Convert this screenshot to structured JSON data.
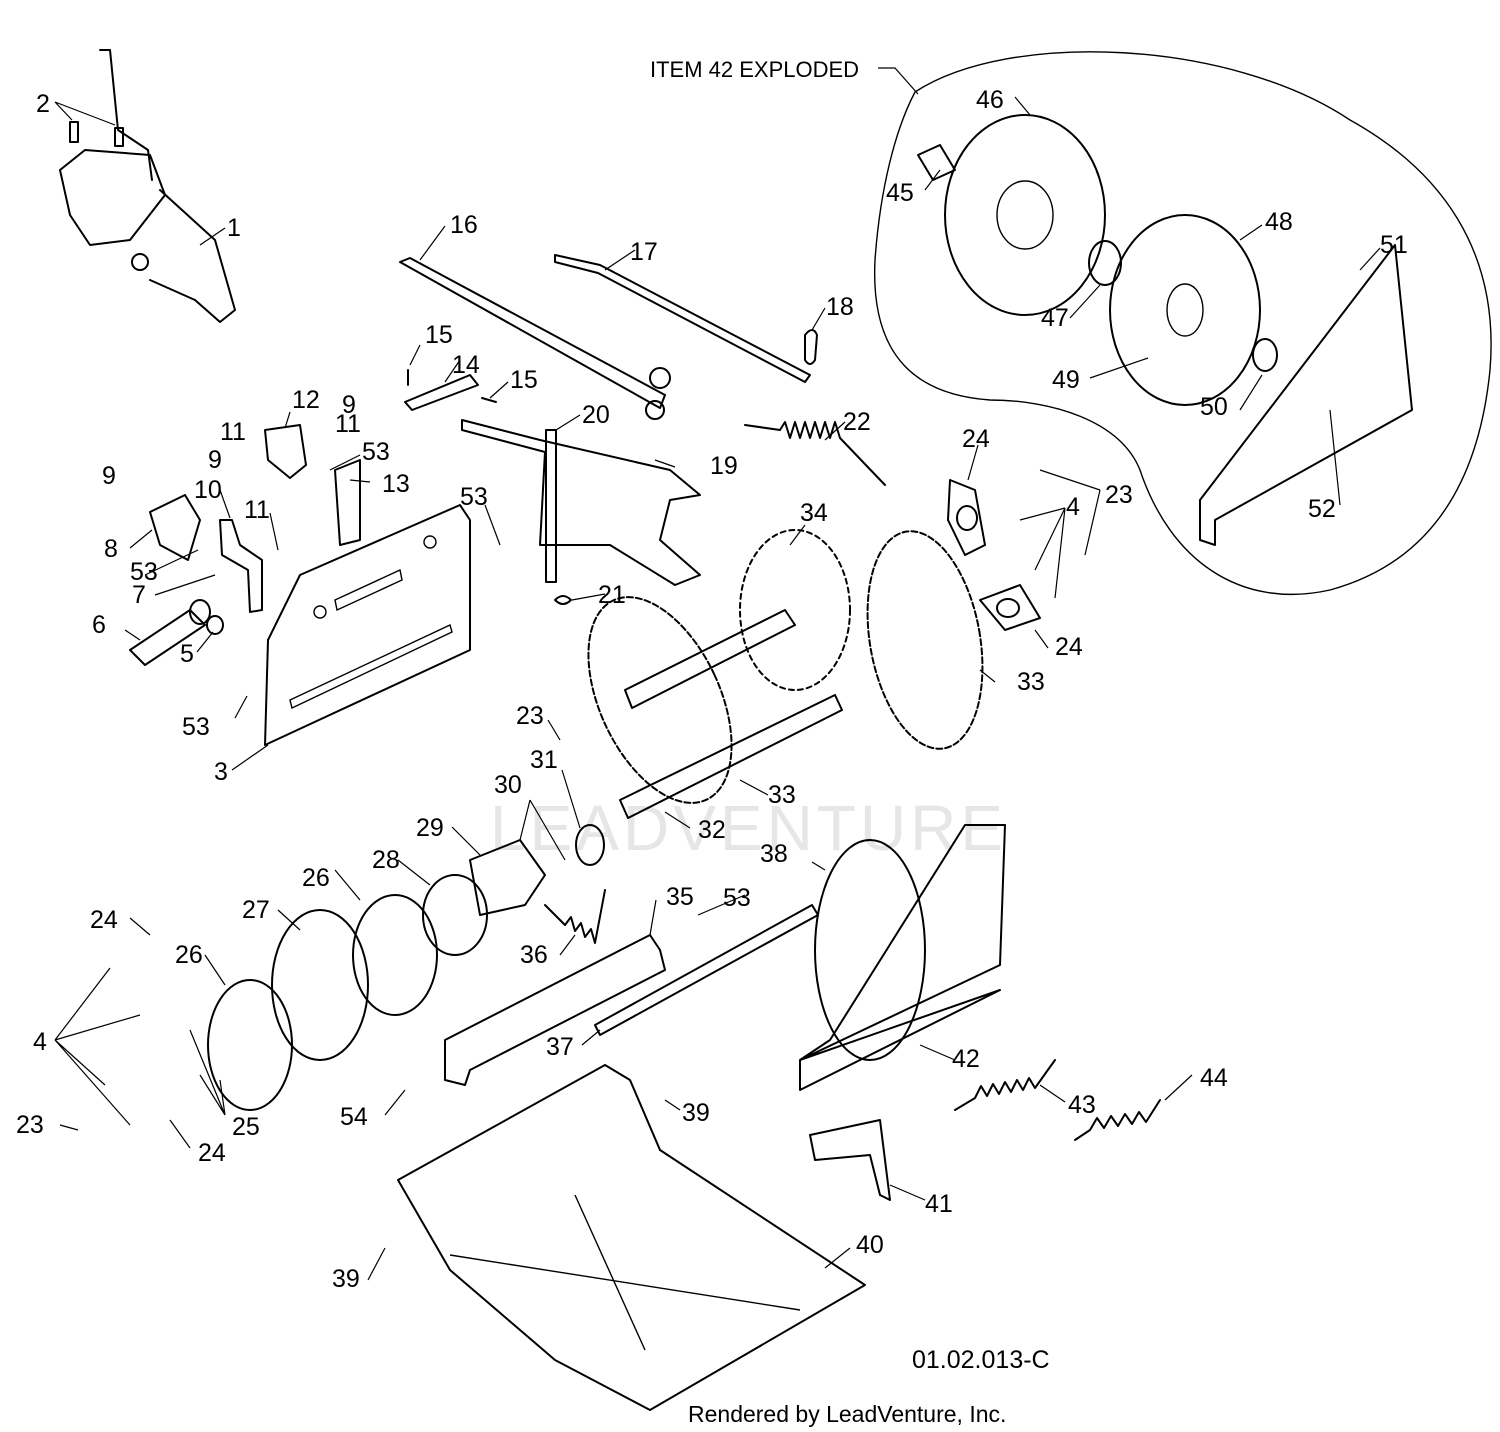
{
  "diagram": {
    "exploded_label": "ITEM 42 EXPLODED",
    "drawing_number": "01.02.013-C",
    "credit": "Rendered by LeadVenture, Inc.",
    "watermark": "LEADVENTURE",
    "callouts": [
      {
        "id": "c1",
        "label": "1"
      },
      {
        "id": "c2",
        "label": "2"
      },
      {
        "id": "c3",
        "label": "3"
      },
      {
        "id": "c4a",
        "label": "4"
      },
      {
        "id": "c4b",
        "label": "4"
      },
      {
        "id": "c5",
        "label": "5"
      },
      {
        "id": "c6",
        "label": "6"
      },
      {
        "id": "c7",
        "label": "7"
      },
      {
        "id": "c8",
        "label": "8"
      },
      {
        "id": "c9a",
        "label": "9"
      },
      {
        "id": "c9b",
        "label": "9"
      },
      {
        "id": "c9c",
        "label": "9"
      },
      {
        "id": "c10",
        "label": "10"
      },
      {
        "id": "c11a",
        "label": "11"
      },
      {
        "id": "c11b",
        "label": "11"
      },
      {
        "id": "c11c",
        "label": "11"
      },
      {
        "id": "c12",
        "label": "12"
      },
      {
        "id": "c13",
        "label": "13"
      },
      {
        "id": "c14",
        "label": "14"
      },
      {
        "id": "c15a",
        "label": "15"
      },
      {
        "id": "c15b",
        "label": "15"
      },
      {
        "id": "c16",
        "label": "16"
      },
      {
        "id": "c17",
        "label": "17"
      },
      {
        "id": "c18",
        "label": "18"
      },
      {
        "id": "c19",
        "label": "19"
      },
      {
        "id": "c20",
        "label": "20"
      },
      {
        "id": "c21",
        "label": "21"
      },
      {
        "id": "c22",
        "label": "22"
      },
      {
        "id": "c23a",
        "label": "23"
      },
      {
        "id": "c23b",
        "label": "23"
      },
      {
        "id": "c23c",
        "label": "23"
      },
      {
        "id": "c24a",
        "label": "24"
      },
      {
        "id": "c24b",
        "label": "24"
      },
      {
        "id": "c24c",
        "label": "24"
      },
      {
        "id": "c24d",
        "label": "24"
      },
      {
        "id": "c25",
        "label": "25"
      },
      {
        "id": "c26a",
        "label": "26"
      },
      {
        "id": "c26b",
        "label": "26"
      },
      {
        "id": "c27",
        "label": "27"
      },
      {
        "id": "c28",
        "label": "28"
      },
      {
        "id": "c29",
        "label": "29"
      },
      {
        "id": "c30",
        "label": "30"
      },
      {
        "id": "c31",
        "label": "31"
      },
      {
        "id": "c32",
        "label": "32"
      },
      {
        "id": "c33a",
        "label": "33"
      },
      {
        "id": "c33b",
        "label": "33"
      },
      {
        "id": "c34",
        "label": "34"
      },
      {
        "id": "c35",
        "label": "35"
      },
      {
        "id": "c36",
        "label": "36"
      },
      {
        "id": "c37",
        "label": "37"
      },
      {
        "id": "c38",
        "label": "38"
      },
      {
        "id": "c39a",
        "label": "39"
      },
      {
        "id": "c39b",
        "label": "39"
      },
      {
        "id": "c40",
        "label": "40"
      },
      {
        "id": "c41",
        "label": "41"
      },
      {
        "id": "c42",
        "label": "42"
      },
      {
        "id": "c43",
        "label": "43"
      },
      {
        "id": "c44",
        "label": "44"
      },
      {
        "id": "c45",
        "label": "45"
      },
      {
        "id": "c46",
        "label": "46"
      },
      {
        "id": "c47",
        "label": "47"
      },
      {
        "id": "c48",
        "label": "48"
      },
      {
        "id": "c49",
        "label": "49"
      },
      {
        "id": "c50",
        "label": "50"
      },
      {
        "id": "c51",
        "label": "51"
      },
      {
        "id": "c52",
        "label": "52"
      },
      {
        "id": "c53a",
        "label": "53"
      },
      {
        "id": "c53b",
        "label": "53"
      },
      {
        "id": "c53c",
        "label": "53"
      },
      {
        "id": "c53d",
        "label": "53"
      },
      {
        "id": "c53e",
        "label": "53"
      },
      {
        "id": "c54",
        "label": "54"
      }
    ]
  }
}
